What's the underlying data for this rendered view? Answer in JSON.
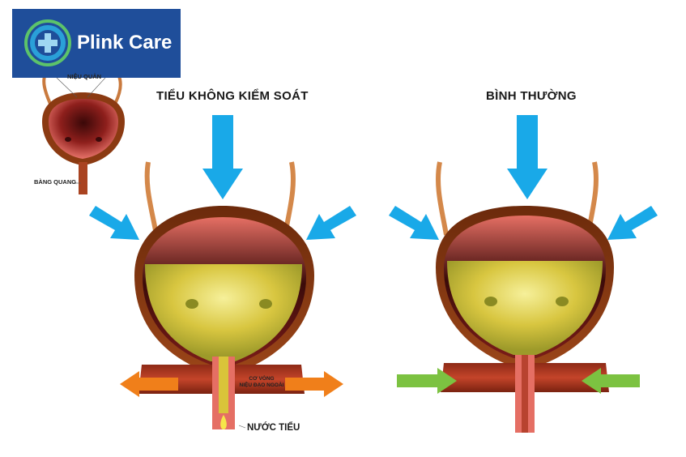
{
  "brand": {
    "name": "Plink Care",
    "colors": {
      "logo_bg": "#1f4e9a",
      "logo_circle": "#2aa0d8",
      "logo_ring": "#5cc36a"
    }
  },
  "labels": {
    "left_title": "TIỂU KHÔNG KIỂM SOÁT",
    "right_title": "BÌNH THƯỜNG",
    "ureter": "NIỆU QUẢN",
    "bladder": "BÀNG QUANG",
    "sphincter_line1": "CƠ VÒNG",
    "sphincter_line2": "NIỆU ĐẠO NGOÀI",
    "urine": "NƯỚC TIỂU"
  },
  "colors": {
    "pressure_arrow": "#19a9e8",
    "outward_arrow": "#f07f1a",
    "inward_arrow": "#7cc241",
    "bladder_wall": "#8b3a12",
    "bladder_inner": "#e56f64",
    "urine": "#d9c43a",
    "ureter": "#d4884a"
  }
}
